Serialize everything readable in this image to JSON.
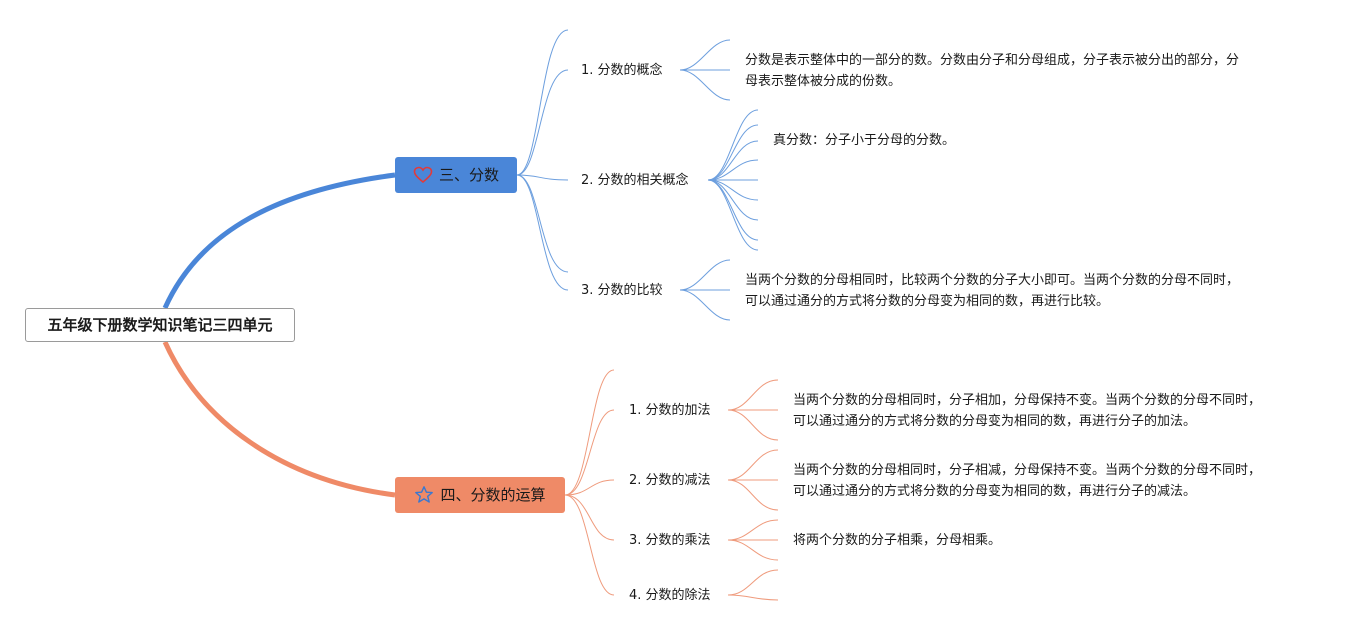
{
  "root": {
    "label": "五年级下册数学知识笔记三四单元"
  },
  "branches": [
    {
      "label": "三、分数",
      "icon": "heart-icon",
      "color": "#4a86d8",
      "children": [
        {
          "label": "1. 分数的概念",
          "note": "分数是表示整体中的一部分的数。分数由分子和分母组成，分子表示被分出的部分，分母表示整体被分成的份数。"
        },
        {
          "label": "2. 分数的相关概念",
          "note": "真分数：分子小于分母的分数。"
        },
        {
          "label": "3. 分数的比较",
          "note": "当两个分数的分母相同时，比较两个分数的分子大小即可。当两个分数的分母不同时，可以通过通分的方式将分数的分母变为相同的数，再进行比较。"
        }
      ]
    },
    {
      "label": "四、分数的运算",
      "icon": "star-icon",
      "color": "#ef8a67",
      "children": [
        {
          "label": "1. 分数的加法",
          "note": "当两个分数的分母相同时，分子相加，分母保持不变。当两个分数的分母不同时，可以通过通分的方式将分数的分母变为相同的数，再进行分子的加法。"
        },
        {
          "label": "2. 分数的减法",
          "note": "当两个分数的分母相同时，分子相减，分母保持不变。当两个分数的分母不同时，可以通过通分的方式将分数的分母变为相同的数，再进行分子的减法。"
        },
        {
          "label": "3. 分数的乘法",
          "note": "将两个分数的分子相乘，分母相乘。"
        },
        {
          "label": "4. 分数的除法",
          "note": ""
        }
      ]
    }
  ]
}
